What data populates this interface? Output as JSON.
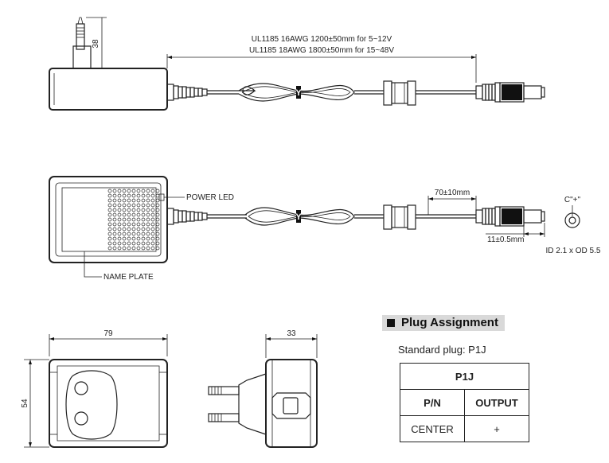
{
  "cable_spec": {
    "line1": "UL1185 16AWG 1200±50mm for 5~12V",
    "line2": "UL1185 18AWG 1800±50mm for 15~48V"
  },
  "labels": {
    "prong_height": "38",
    "power_led": "POWER LED",
    "name_plate": "NAME PLATE",
    "strain_length": "70±10mm",
    "barrel_length": "11±0.5mm",
    "polarity": "C\"+\"",
    "barrel_dims": "ID 2.1 x OD 5.5",
    "width": "79",
    "height": "54",
    "depth": "33",
    "y_mark": "Y"
  },
  "plug_assignment": {
    "title": "Plug Assignment",
    "standard_plug": "Standard plug: P1J",
    "table_title": "P1J",
    "col_pn": "P/N",
    "col_output": "OUTPUT",
    "row_pn": "CENTER",
    "row_output": "+"
  }
}
